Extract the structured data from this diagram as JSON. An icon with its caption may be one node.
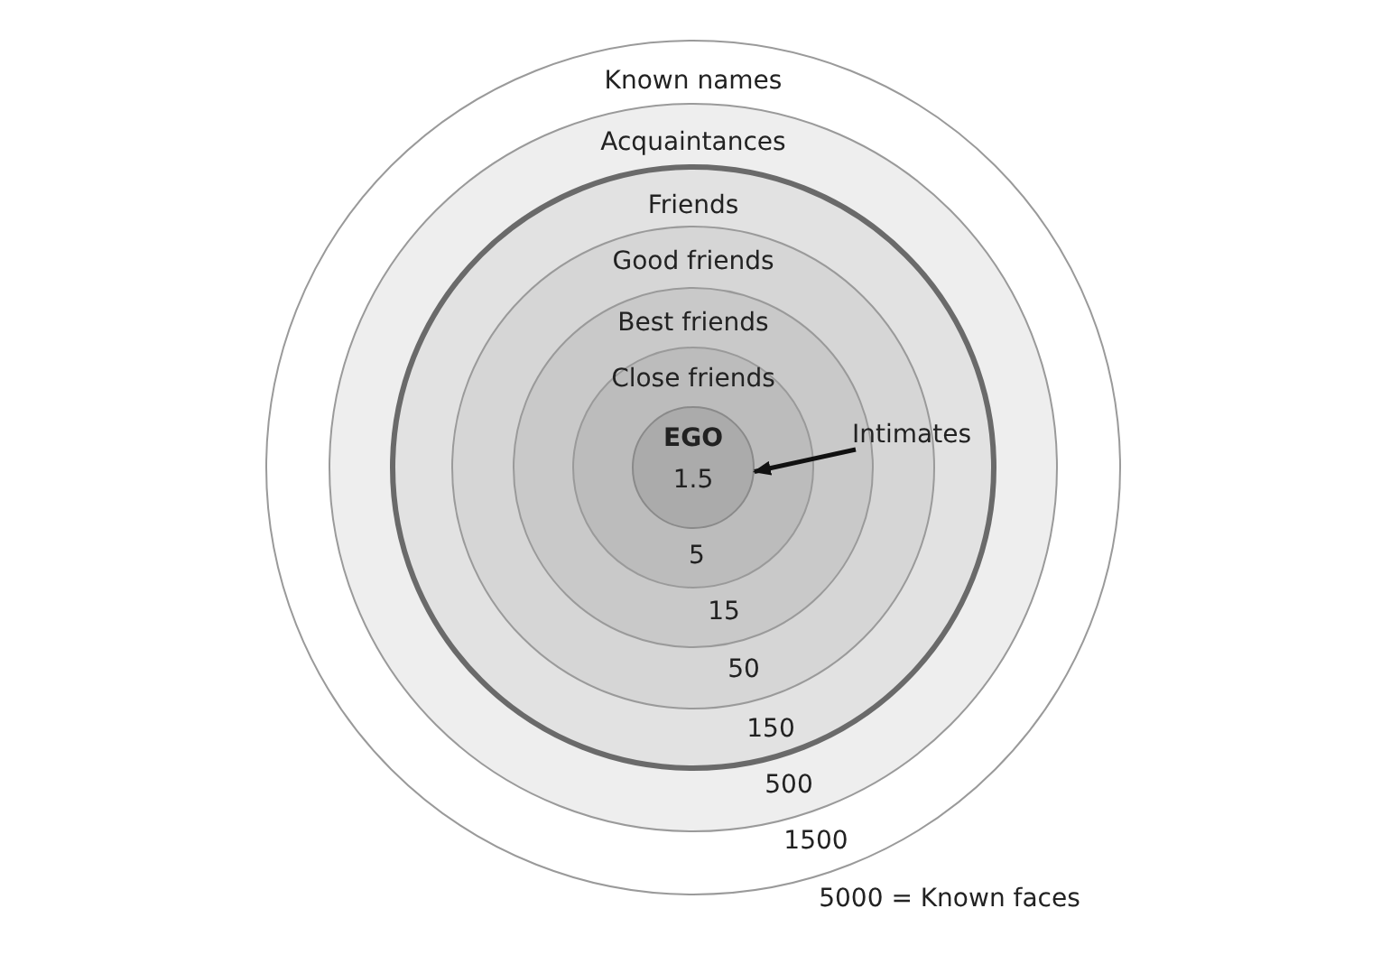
{
  "diagram": {
    "nodes": [
      {
        "text": [
          "Known names"
        ],
        "beside": [
          "1500"
        ]
      },
      {
        "text": [
          "Acquaintances"
        ],
        "in": 0,
        "beside": [
          "500"
        ]
      },
      {
        "text": [
          "Friends"
        ],
        "in": 1,
        "beside": [
          "150"
        ]
      },
      {
        "text": [
          "Good friends"
        ],
        "in": 2,
        "beside": [
          "50"
        ]
      },
      {
        "text": [
          "Best friends"
        ],
        "in": 3,
        "beside": [
          "15"
        ]
      },
      {
        "text": [
          "Close friends"
        ],
        "in": 4,
        "beside": [
          "5"
        ]
      },
      {
        "text": [
          "EGO",
          "1.5"
        ],
        "in": 5
      },
      {
        "text": [
          "Intimates"
        ],
        "in": 2
      }
    ],
    "edges": [
      {
        "from": 7,
        "to": 6,
        "arrow": "to"
      }
    ],
    "labels": [
      "5000 = Known faces"
    ]
  }
}
